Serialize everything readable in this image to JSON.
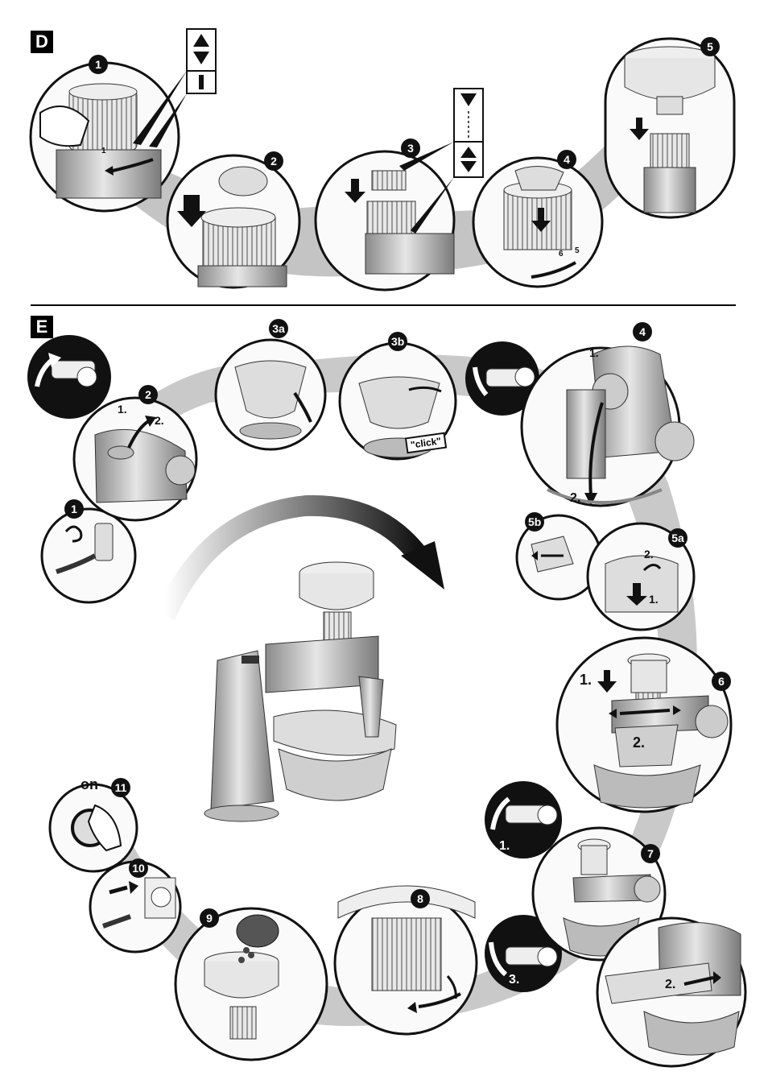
{
  "section_d": {
    "label": "D",
    "steps": [
      "1",
      "2",
      "3",
      "4",
      "5"
    ],
    "indicator_symbols": [
      "▲▼",
      "I",
      "▼",
      "▲▼"
    ],
    "dial_numbers": [
      "1",
      "6",
      "5"
    ]
  },
  "section_e": {
    "label": "E",
    "steps": [
      "1",
      "2",
      "3a",
      "3b",
      "4",
      "5a",
      "5b",
      "6",
      "7",
      "8",
      "9",
      "10",
      "11"
    ],
    "substep_labels": {
      "s2_a": "1.",
      "s2_b": "2.",
      "s4_a": "1.",
      "s4_b": "2.",
      "s5a_a": "2.",
      "s5a_b": "1.",
      "s6_a": "1.",
      "s6_b": "2.",
      "s7_a": "1.",
      "s7_b": "3.",
      "s7_c": "2."
    },
    "click_text": "\"click\"",
    "on_text": "on"
  },
  "colors": {
    "ink": "#111111",
    "grey": "#bdbdbd",
    "light_grey": "#d9d9d9"
  }
}
